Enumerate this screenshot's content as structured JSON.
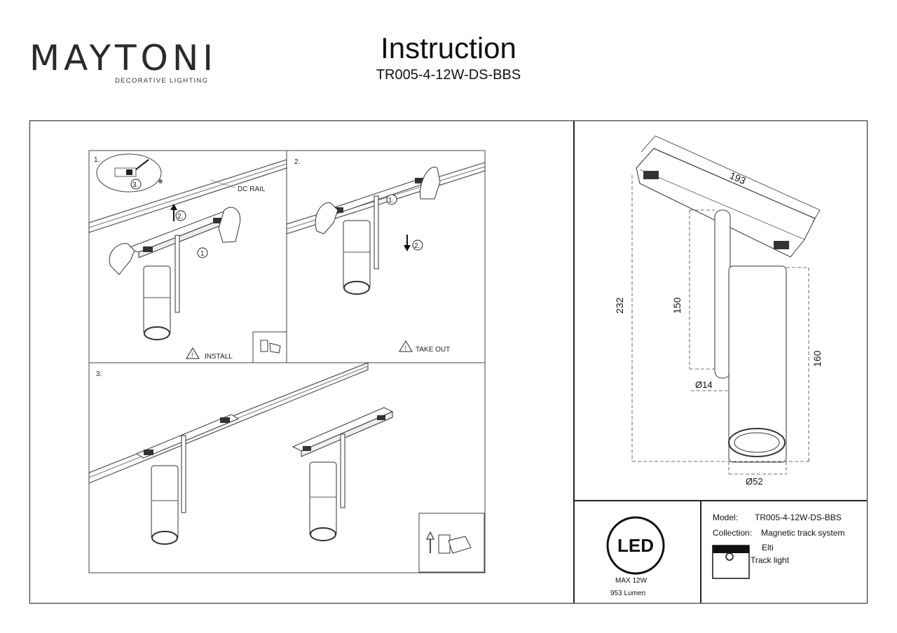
{
  "brand": {
    "name": "MAYTONI",
    "tagline": "DECORATIVE LIGHTING"
  },
  "header": {
    "title": "Instruction",
    "model": "TR005-4-12W-DS-BBS"
  },
  "steps": [
    {
      "number": "1.",
      "callout": "DC RAIL",
      "caption": "INSTALL",
      "sub_markers": [
        "3.",
        "2.",
        "1"
      ]
    },
    {
      "number": "2.",
      "caption": "TAKE OUT",
      "sub_markers": [
        "1.",
        "2."
      ]
    },
    {
      "number": "3."
    }
  ],
  "dimensions": {
    "length": "193",
    "total_height": "232",
    "arm_height": "150",
    "body_height": "160",
    "arm_diameter": "Ø14",
    "body_diameter": "Ø52"
  },
  "led_badge": {
    "text": "LED",
    "power": "MAX 12W",
    "lumen": "953 Lumen"
  },
  "specs": {
    "model_label": "Model:",
    "model_value": "TR005-4-12W-DS-BBS",
    "collection_label": "Collection:",
    "collection_value": "Magnetic track system",
    "collection_name": "Elti",
    "type_label": "Track light"
  },
  "icons": [
    "warning-icon",
    "power-off-icon",
    "power-on-icon",
    "track-light-icon",
    "led-icon"
  ]
}
